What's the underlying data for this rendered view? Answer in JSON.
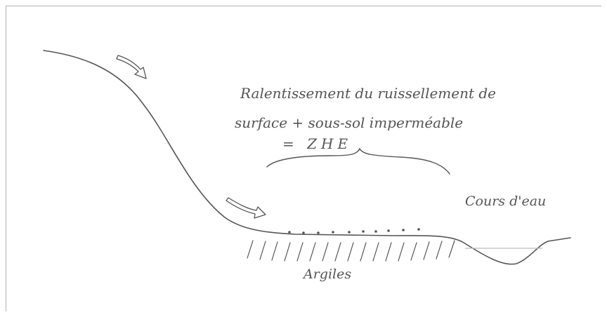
{
  "labels": {
    "annotation_line1": "Ralentissement du ruissellement de",
    "annotation_line2": "surface + sous-sol imperméable",
    "annotation_line3": "= ZHE",
    "stream": "Cours d'eau",
    "clay": "Argiles"
  },
  "colors": {
    "pencil": "#555555",
    "frame": "#b4b4b4",
    "water": "#bcbcbc"
  }
}
